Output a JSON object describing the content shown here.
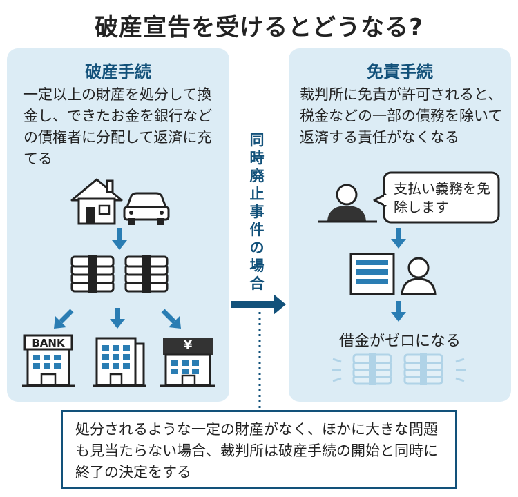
{
  "title": "破産宣告を受けるとどうなる?",
  "left_panel": {
    "heading": "破産手続",
    "description": "一定以上の財産を処分して換金し、できたお金を銀行などの債権者に分配して返済に充てる"
  },
  "middle": {
    "label_chars": [
      "同",
      "時",
      "廃",
      "止",
      "事",
      "件",
      "の",
      "場",
      "合"
    ]
  },
  "right_panel": {
    "heading": "免責手続",
    "description": "裁判所に免責が許可されると、税金などの一部の債務を除いて返済する責任がなくなる",
    "bubble": "支払い義務を免除します",
    "result": "借金がゼロになる"
  },
  "icons": {
    "bank_label": "BANK",
    "yen_symbol": "¥"
  },
  "note": "処分されるような一定の財産がなく、ほかに大きな問題も見当たらない場合、裁判所は破産手続の開始と同時に終了の決定をする",
  "colors": {
    "panel_bg": "#dcecf5",
    "accent": "#12517a",
    "arrow": "#2a7db3",
    "dark_icon": "#333333"
  }
}
